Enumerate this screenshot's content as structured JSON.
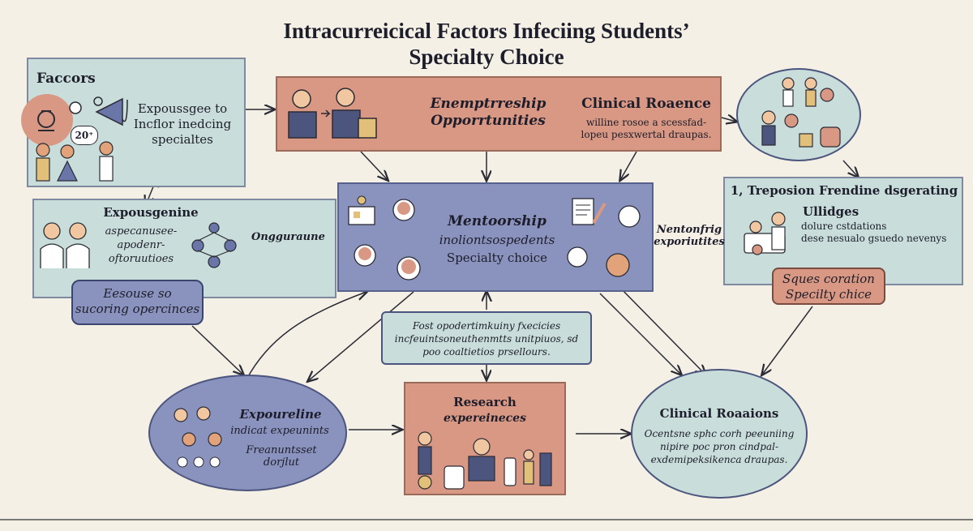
{
  "title": {
    "line1": "Intracurreicical Factors Infeciing Students’",
    "line2": "Specialty Choice"
  },
  "factors_box": {
    "label": "Faccors",
    "badge": "20⁺",
    "text": [
      "Expoussgee to",
      "Incflor inedcing",
      "specialtes"
    ]
  },
  "entrepreneurship_box": {
    "title": [
      "Enemptrreship",
      "Opporrtunities"
    ],
    "clinical_title": "Clinical Roaence",
    "clinical_text": [
      "willine rosoe a scessfad-",
      "lopeu pesxwertal draupas."
    ]
  },
  "exposure_box": {
    "title": "Expousgenine",
    "text": [
      "aspecanusee-",
      "apodenr-",
      "oftoruutioes"
    ],
    "side_label": "Ongguraune"
  },
  "exposure_pill": {
    "text": [
      "Eesouse so",
      "sucoring opercinces"
    ]
  },
  "mentorship_box": {
    "title": "Mentoorship",
    "line2": "inoliontsospedents",
    "line3": "Specialty choice"
  },
  "mentoring_label": [
    "Nentonfrig",
    "exporiutites"
  ],
  "right_box": {
    "title": "1, Treposion Frendine dsgerating",
    "sub": "Ullidges",
    "text": [
      "dolure cstdations",
      "dese nesualo gsuedo nevenys"
    ],
    "pill": [
      "Sques coration",
      "Specilty chice"
    ]
  },
  "center_note": {
    "text": [
      "Fost opodertimkuiny fxecicies",
      "incfeuintsoneuthenmtts unitpiuos, sd",
      "poo coaltietios prsellours."
    ]
  },
  "exposure_ellipse": {
    "title": "Expoureline",
    "line2": "indicat expeunints",
    "text": [
      "Freanuntsset",
      "dorjlut"
    ]
  },
  "research_box": {
    "title": "Research",
    "sub": "expereineces"
  },
  "clinical_ellipse": {
    "title": "Clinical Roaaions",
    "text": [
      "Ocentsne sphc corh peeuniing",
      "nipire poc pron cindpal-",
      "exdemipeksikenca draupas."
    ]
  },
  "icons": [
    "brain-icon",
    "people-icon",
    "doctor-icon",
    "team-icon",
    "lab-icon",
    "book-icon",
    "network-icon",
    "student-icon",
    "microscope-icon",
    "bottle-icon"
  ],
  "colors": {
    "background": "#f4f0e6",
    "teal": "#c9dedb",
    "salmon": "#d99883",
    "blue": "#8a93bd",
    "border_blue": "#4c557d"
  }
}
